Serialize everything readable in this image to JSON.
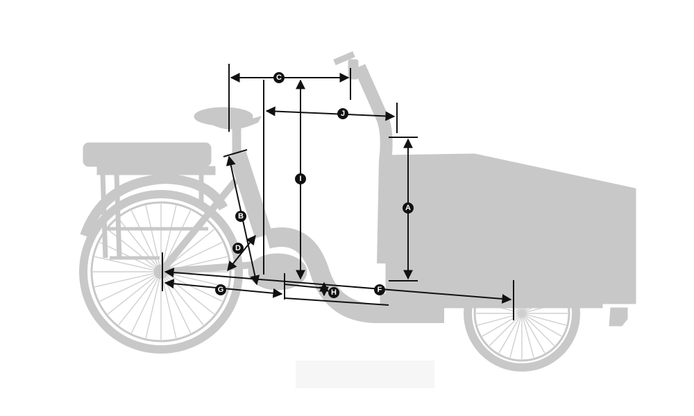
{
  "dimensions": [
    {
      "key": "A",
      "label": "A"
    },
    {
      "key": "B",
      "label": "B"
    },
    {
      "key": "C",
      "label": "C"
    },
    {
      "key": "D",
      "label": "D"
    },
    {
      "key": "F",
      "label": "F"
    },
    {
      "key": "G",
      "label": "G"
    },
    {
      "key": "H",
      "label": "H"
    },
    {
      "key": "I",
      "label": "I"
    },
    {
      "key": "J",
      "label": "J"
    }
  ],
  "colors": {
    "silhouette": "#c8c8c8",
    "dimension": "#111111",
    "badge_text": "#ffffff"
  }
}
